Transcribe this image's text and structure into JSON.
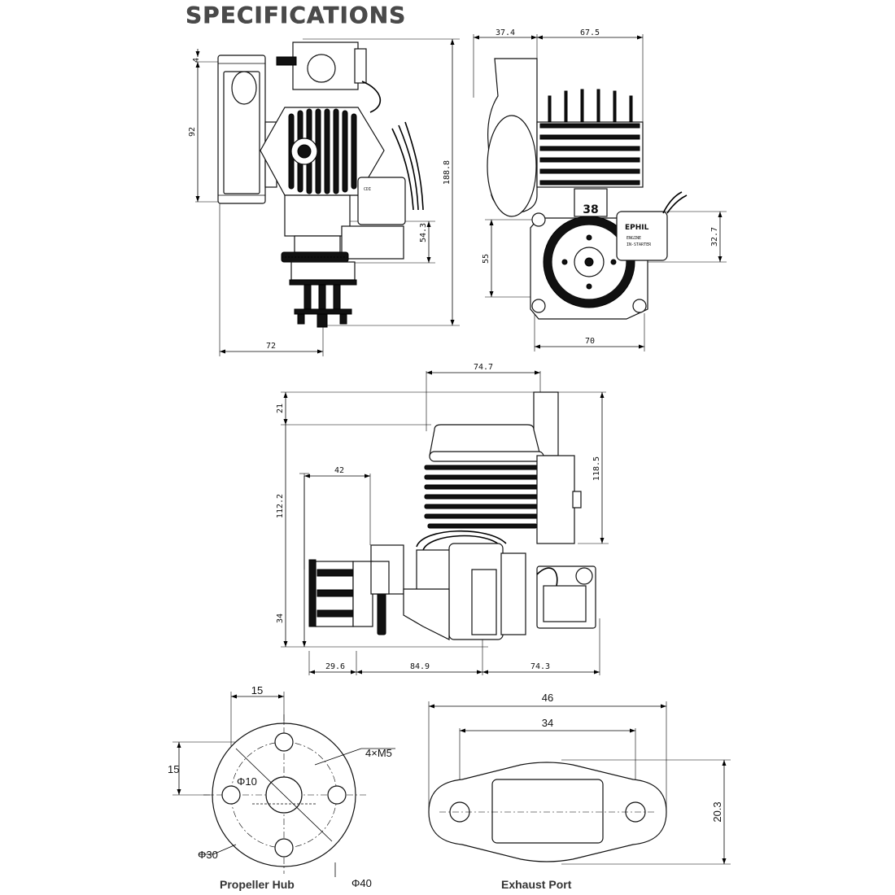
{
  "page": {
    "title": "SPECIFICATIONS"
  },
  "views": {
    "front": {
      "dims": {
        "top_offset": "4",
        "height_a": "92",
        "height_total": "188.8",
        "height_b": "54.3",
        "width": "72"
      }
    },
    "side": {
      "dims": {
        "w_left": "37.4",
        "w_right": "67.5",
        "h_right": "32.7",
        "h_left": "55",
        "w_bottom": "70"
      },
      "labels": {
        "model": "38",
        "brand": "EPHIL",
        "sub1": "ENGINE",
        "sub2": "IN-STARTER"
      }
    },
    "top": {
      "dims": {
        "w_top": "74.7",
        "h_a": "21",
        "h_b": "118.5",
        "w_b": "42",
        "h_c": "112.2",
        "h_d": "34",
        "w_c1": "29.6",
        "w_c2": "84.9",
        "w_c3": "74.3"
      }
    }
  },
  "propeller_hub": {
    "caption": "Propeller Hub",
    "dims": {
      "spacing_h": "15",
      "spacing_v": "15",
      "bolts": "4×M5",
      "inner": "Φ10",
      "pcd": "Φ30",
      "outer": "Φ40"
    }
  },
  "exhaust_port": {
    "caption": "Exhaust Port",
    "dims": {
      "outer_w": "46",
      "hole_spacing": "34",
      "height": "20.3"
    }
  },
  "colors": {
    "ink": "#000000",
    "title": "#4a4a4a",
    "caption": "#333333"
  }
}
